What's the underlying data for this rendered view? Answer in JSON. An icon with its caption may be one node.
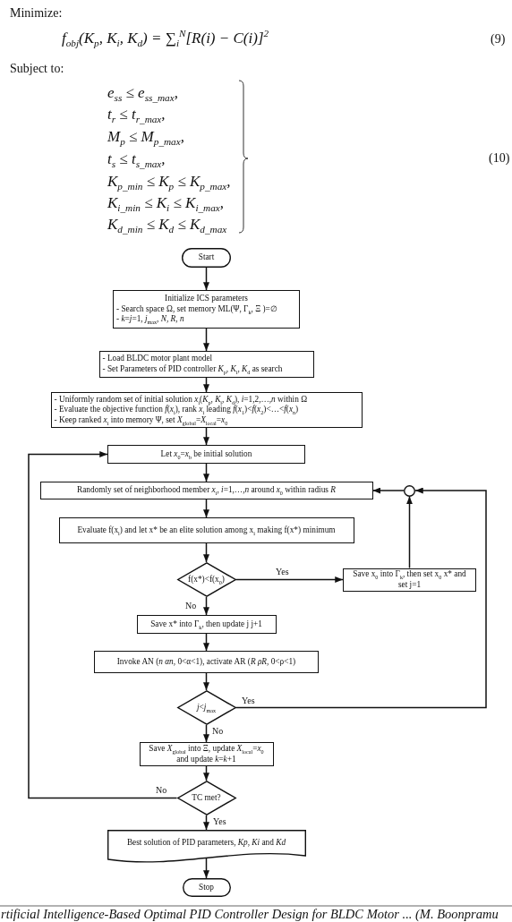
{
  "diagram": {
    "nodes": [
      {
        "text": [
          "Start"
        ]
      },
      {
        "text": [
          "Initialize ICS parameters",
          "- Search space Ω, set memory ML(Ψ, Γ$_{k}$, Ξ )=∅",
          "- *k*=*j*=1, *j*$_{max}$, *N*, *R*, *n*"
        ]
      },
      {
        "text": [
          "- Load BLDC motor plant model",
          "- Set Parameters of PID controller *K*$_{p}$, *K*$_{i}$, *K*$_{d}$ as search"
        ]
      },
      {
        "text": [
          "- Uniformly random set of initial solution *x*$_{i}$(*K*$_{p}$, *K*$_{i}$, *K*$_{d}$), *i*=1,2,…,*n* within Ω",
          "- Evaluate the objective function *f*(*x*$_{i}$), rank *x*$_{i}$ leading *f*(*x*$_{1}$)<*f*(*x*$_{2}$)<…<*f*(*x*$_{n}$)",
          "- Keep ranked *x*$_{i}$ into memory Ψ, set *X*$_{global}$=*X*$_{local}$=*x*$_{0}$"
        ]
      },
      {
        "text": [
          "Let *x*$_{0}$=*x*$_{b}$ be initial solution"
        ]
      },
      {
        "text": [
          "Randomly set of neighborhood member *x*$_{i}$, *i*=1,…,*n* around *x*$_{0}$ within radius *R*"
        ]
      },
      {
        "text": [],
        "shape": "circle"
      },
      {
        "text": [
          "Evaluate f(x$_{i}$) and let x* be an elite solution among x$_{i}$ making f(x*) minimum"
        ]
      },
      {
        "text": [
          "f(x*)<f(x$_{0}$)"
        ]
      },
      {
        "text": [
          "Save x$_{0}$ into Γ$_{k}$, then set x$_{0}$ x* and set j=1"
        ]
      },
      {
        "text": [
          "Save x* into Γ$_{k}$, then update j j+1"
        ]
      },
      {
        "text": [
          "Invoke AN (*n* *αn*, 0<α<1), activate AR (*R* *ρR*, 0<ρ<1)"
        ]
      },
      {
        "text": [
          "*j*<*j*$_{max}$"
        ]
      },
      {
        "text": [
          "Save *X*$_{global}$ into Ξ, update *X*$_{local}$=*x*$_{0}$ and update *k*=*k*+1"
        ]
      },
      {
        "text": [
          "TC met?"
        ]
      },
      {
        "text": [
          "Best solution of PID parameters, *Kp*, *Ki* and *Kd*"
        ]
      },
      {
        "text": [
          "Stop"
        ]
      }
    ],
    "edges": [
      {
        "from": 0,
        "to": 1,
        "arrow": "to"
      },
      {
        "from": 1,
        "to": 2,
        "arrow": "to"
      },
      {
        "from": 2,
        "to": 3,
        "arrow": "to"
      },
      {
        "from": 3,
        "to": 4,
        "arrow": "to"
      },
      {
        "from": 4,
        "to": 5,
        "arrow": "to"
      },
      {
        "from": 5,
        "to": 7,
        "arrow": "to"
      },
      {
        "from": 7,
        "to": 8,
        "arrow": "to"
      },
      {
        "from": 8,
        "to": 9,
        "arrow": "to",
        "label": "Yes"
      },
      {
        "from": 8,
        "to": 10,
        "arrow": "to",
        "label": "No"
      },
      {
        "from": 9,
        "to": 6,
        "arrow": "to"
      },
      {
        "from": 6,
        "to": 5,
        "arrow": "to"
      },
      {
        "from": 10,
        "to": 11,
        "arrow": "to"
      },
      {
        "from": 11,
        "to": 12,
        "arrow": "to"
      },
      {
        "from": 12,
        "to": 6,
        "arrow": "to",
        "label": "Yes"
      },
      {
        "from": 12,
        "to": 13,
        "arrow": "to",
        "label": "No"
      },
      {
        "from": 13,
        "to": 14,
        "arrow": "to"
      },
      {
        "from": 14,
        "to": 4,
        "arrow": "to",
        "label": "No"
      },
      {
        "from": 14,
        "to": 15,
        "arrow": "to",
        "label": "Yes"
      },
      {
        "from": 15,
        "to": 16,
        "arrow": "to"
      }
    ],
    "labels": [
      "Minimize:",
      "f$_{obj}$(K$_{p}$, K$_{i}$, K$_{d}$) = ∑$_{i}$$^{N}$[R(i) − C(i)]$^{2}$",
      "(9)",
      "Subject to:",
      "e$_{ss}$ ≤ e$_{ss_max}$,",
      "t$_{r}$ ≤ t$_{r_max}$,",
      "M$_{p}$ ≤ M$_{p_max}$,",
      "t$_{s}$ ≤ t$_{s_max}$,",
      "K$_{p_min}$ ≤ K$_{p}$ ≤ K$_{p_max}$,",
      "K$_{i_min}$ ≤ K$_{i}$ ≤ K$_{i_max}$,",
      "K$_{d_min}$ ≤ K$_{d}$ ≤ K$_{d_max}$",
      "(10)",
      "rtificial Intelligence-Based Optimal PID Controller Design for BLDC Motor ... (M. Boonpramu"
    ]
  }
}
